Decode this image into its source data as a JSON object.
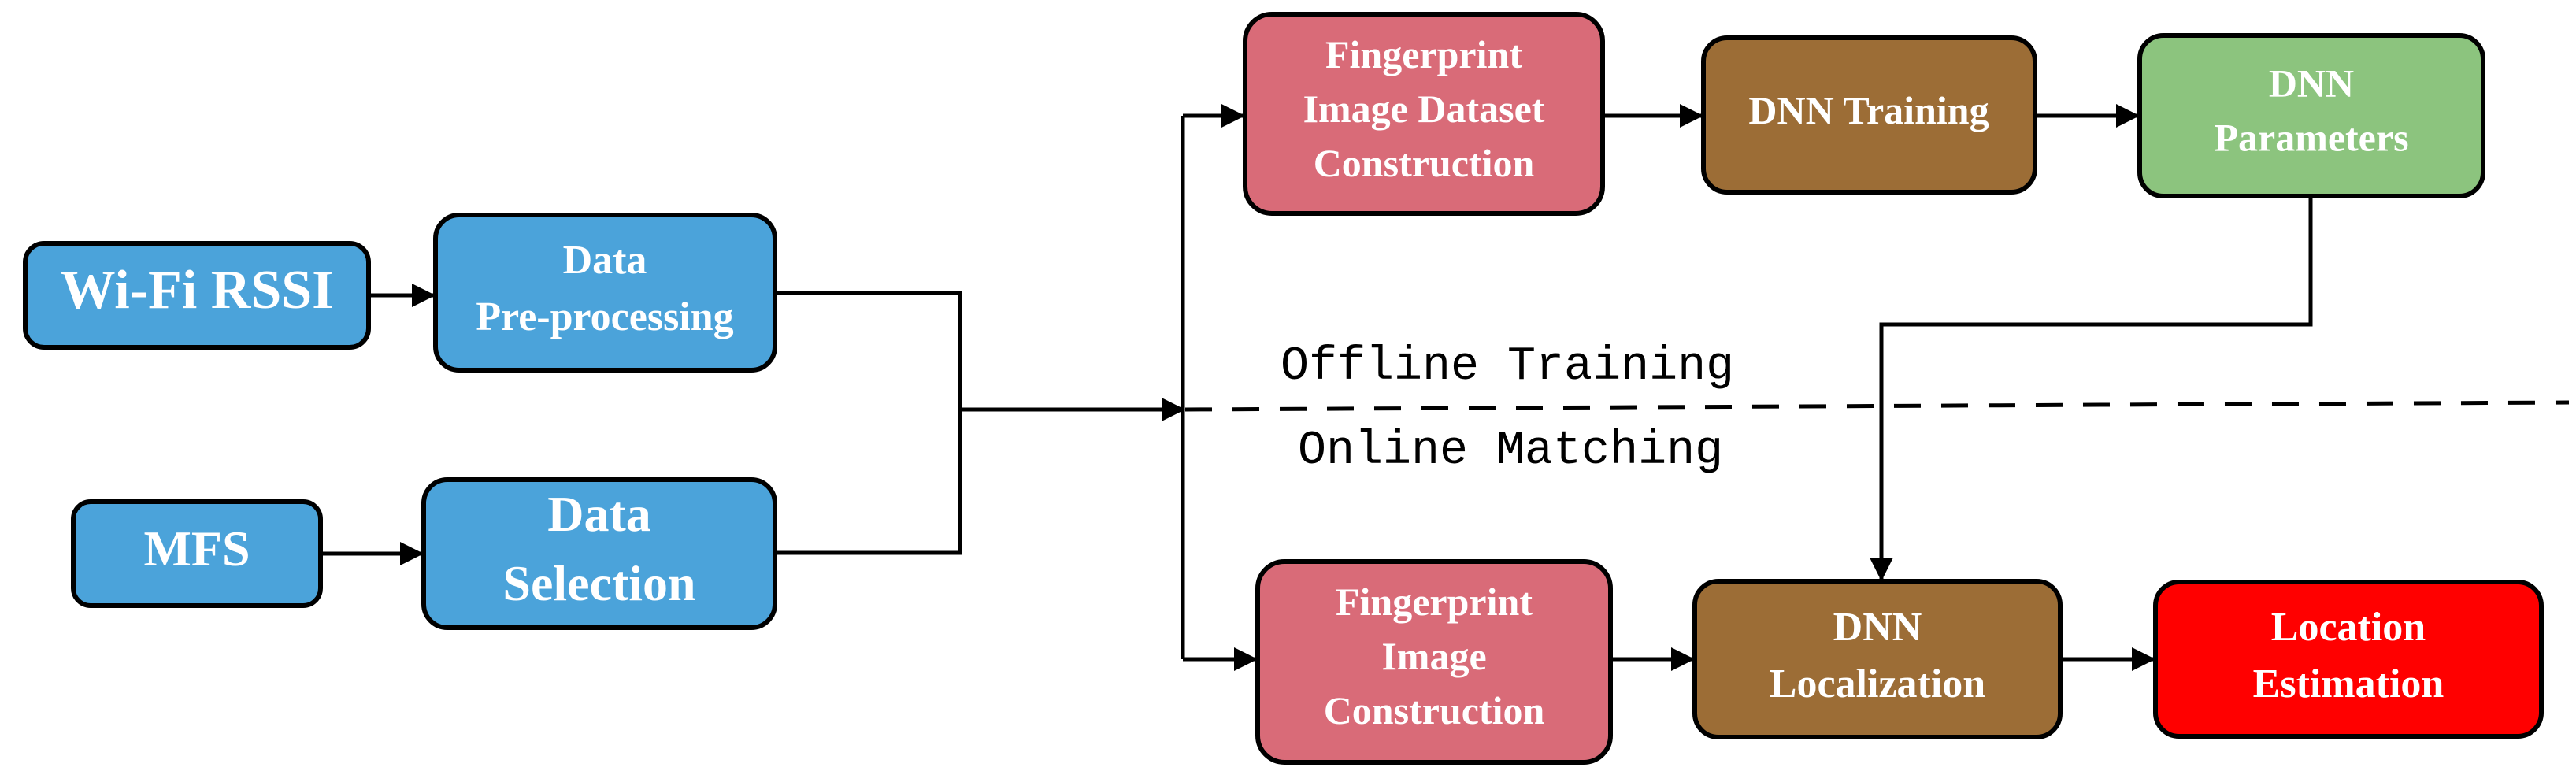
{
  "nodes": {
    "wifi": {
      "lines": [
        "Wi-Fi RSSI"
      ],
      "color": "#4BA3DA"
    },
    "preproc": {
      "lines": [
        "Data",
        "Pre-processing"
      ],
      "color": "#4BA3DA"
    },
    "mfs": {
      "lines": [
        "MFS"
      ],
      "color": "#4BA3DA"
    },
    "selection": {
      "lines": [
        "Data",
        "Selection"
      ],
      "color": "#4BA3DA"
    },
    "fpDataset": {
      "lines": [
        "Fingerprint",
        "Image Dataset",
        "Construction"
      ],
      "color": "#D96B78"
    },
    "dnnTrain": {
      "lines": [
        "DNN Training"
      ],
      "color": "#9C6D36"
    },
    "dnnParams": {
      "lines": [
        "DNN",
        "Parameters"
      ],
      "color": "#8CC47E"
    },
    "fpImage": {
      "lines": [
        "Fingerprint",
        "Image",
        "Construction"
      ],
      "color": "#D96B78"
    },
    "dnnLoc": {
      "lines": [
        "DNN",
        "Localization"
      ],
      "color": "#9C6D36"
    },
    "locEst": {
      "lines": [
        "Location",
        "Estimation"
      ],
      "color": "#FF0000"
    }
  },
  "divider": {
    "top_label": "Offline Training",
    "bottom_label": "Online Matching"
  }
}
